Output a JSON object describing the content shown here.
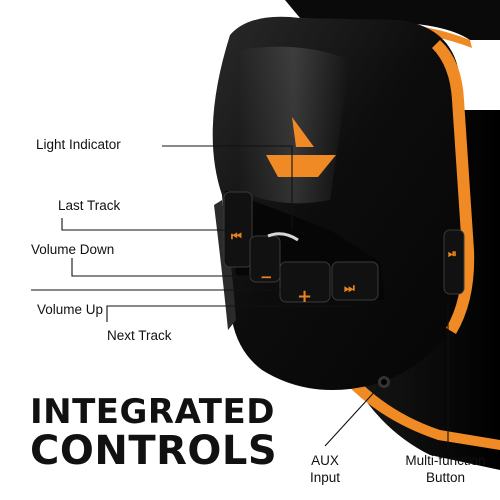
{
  "callouts": {
    "light_indicator": "Light Indicator",
    "last_track": "Last Track",
    "volume_down": "Volume Down",
    "volume_up": "Volume Up",
    "next_track": "Next Track",
    "aux_input_line1": "AUX",
    "aux_input_line2": "Input",
    "multifunction_line1": "Multi-function",
    "multifunction_line2": "Button"
  },
  "headline": {
    "line1": "INTEGRATED",
    "line2": "CONTROLS"
  },
  "button_glyphs": {
    "last_track": "⏮",
    "volume_down": "−",
    "volume_up": "+",
    "next_track": "⏭",
    "multifunction": "⏯"
  },
  "colors": {
    "accent": "#f08a24",
    "headset_body": "#0c0c0c",
    "text": "#111111"
  }
}
